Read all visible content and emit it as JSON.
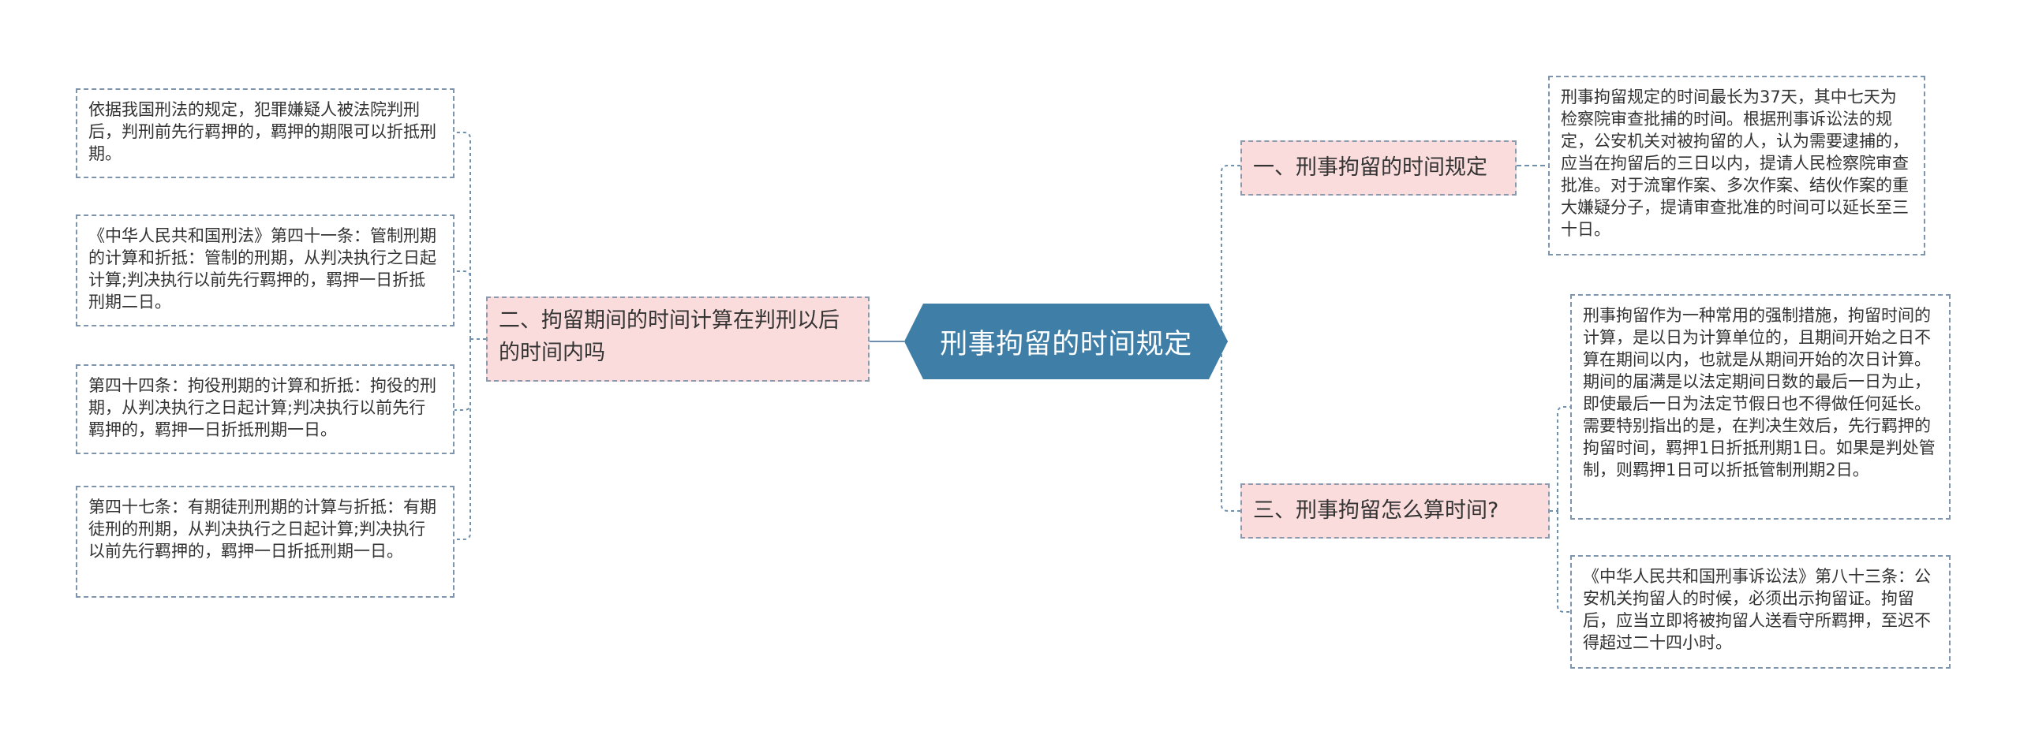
{
  "mindmap": {
    "center": {
      "label": "刑事拘留的时间规定"
    },
    "branches": [
      {
        "label": "一、刑事拘留的时间规定",
        "leaves": [
          "刑事拘留规定的时间最长为37天，其中七天为检察院审查批捕的时间。根据刑事诉讼法的规定，公安机关对被拘留的人，认为需要逮捕的，应当在拘留后的三日以内，提请人民检察院审查批准。对于流窜作案、多次作案、结伙作案的重大嫌疑分子，提请审查批准的时间可以延长至三十日。"
        ]
      },
      {
        "label": "二、拘留期间的时间计算在判刑以后的时间内吗",
        "leaves": [
          "依据我国刑法的规定，犯罪嫌疑人被法院判刑后，判刑前先行羁押的，羁押的期限可以折抵刑期。",
          "《中华人民共和国刑法》第四十一条：管制刑期的计算和折抵：管制的刑期，从判决执行之日起计算;判决执行以前先行羁押的，羁押一日折抵刑期二日。",
          "第四十四条：拘役刑期的计算和折抵：拘役的刑期，从判决执行之日起计算;判决执行以前先行羁押的，羁押一日折抵刑期一日。",
          "第四十七条：有期徒刑刑期的计算与折抵：有期徒刑的刑期，从判决执行之日起计算;判决执行以前先行羁押的，羁押一日折抵刑期一日。"
        ]
      },
      {
        "label": "三、刑事拘留怎么算时间?",
        "leaves": [
          "刑事拘留作为一种常用的强制措施，拘留时间的计算，是以日为计算单位的，且期间开始之日不算在期间以内，也就是从期间开始的次日计算。期间的届满是以法定期间日数的最后一日为止，即使最后一日为法定节假日也不得做任何延长。需要特别指出的是，在判决生效后，先行羁押的拘留时间，羁押1日折抵刑期1日。如果是判处管制，则羁押1日可以折抵管制刑期2日。",
          "《中华人民共和国刑事诉讼法》第八十三条：公安机关拘留人的时候，必须出示拘留证。拘留后，应当立即将被拘留人送看守所羁押，至迟不得超过二十四小时。"
        ]
      }
    ]
  },
  "colors": {
    "center_fill": "#3f7ea6",
    "branch_fill": "#fbdcdc",
    "connector": "#6f8fae",
    "border": "#7f95ad"
  }
}
